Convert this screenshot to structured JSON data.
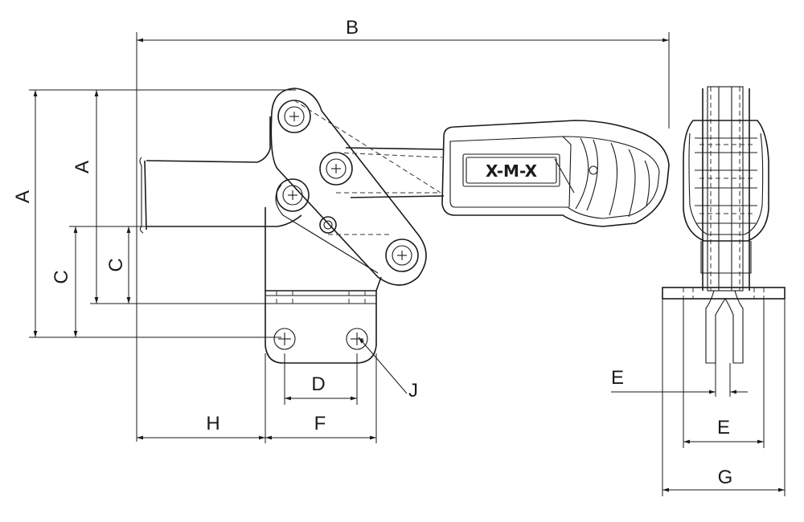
{
  "labels": {
    "top_overall": "B",
    "left_outer_height": "A",
    "left_inner_height": "A",
    "left_outer_lower": "C",
    "left_inner_lower": "C",
    "hole_spacing": "D",
    "hole": "J",
    "base_length": "F",
    "offset": "H",
    "side_slot": "E",
    "side_spacing": "E",
    "side_width": "G"
  },
  "handle_logo": "X-M-X",
  "colors": {
    "line": "#1a1a1a",
    "background": "#ffffff"
  }
}
